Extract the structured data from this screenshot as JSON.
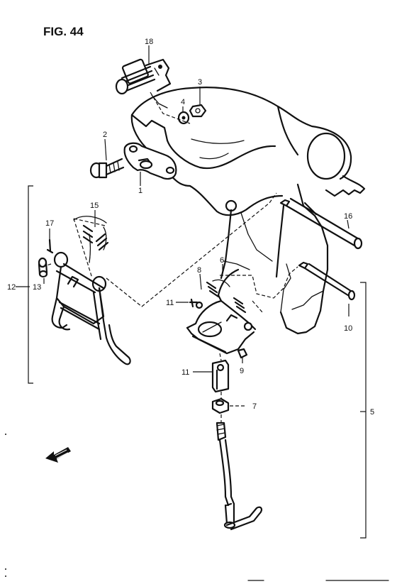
{
  "figure": {
    "title": "FIG. 44"
  },
  "parts": {
    "p1": "1",
    "p2": "2",
    "p3": "3",
    "p4": "4",
    "p5": "5",
    "p6": "6",
    "p7": "7",
    "p8": "8",
    "p9": "9",
    "p10": "10",
    "p11a": "11",
    "p11b": "11",
    "p12": "12",
    "p13": "13",
    "p15": "15",
    "p16": "16",
    "p17": "17",
    "p18": "18"
  },
  "icons": {
    "front_arrow": "front-direction-arrow-icon"
  }
}
